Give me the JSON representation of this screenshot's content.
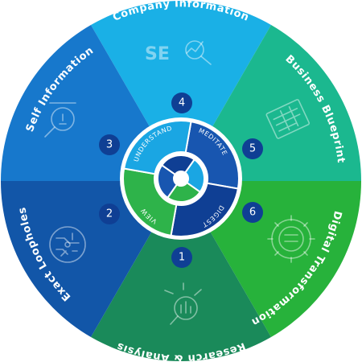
{
  "segments": [
    {
      "label": "Company Information",
      "number": "4",
      "color": "#1ab0e6",
      "icon": "seo-magnifier-icon"
    },
    {
      "label": "Business Blueprint",
      "number": "5",
      "color": "#1bb88f",
      "icon": "blueprint-document-icon"
    },
    {
      "label": "Digital Transformation",
      "number": "6",
      "color": "#27b23b",
      "icon": "gear-circuit-icon"
    },
    {
      "label": "Research & Analysis",
      "number": "1",
      "color": "#1a8a5a",
      "icon": "chart-magnifier-icon"
    },
    {
      "label": "Exact Loopholes",
      "number": "2",
      "color": "#1256a8",
      "icon": "circuit-brain-icon"
    },
    {
      "label": "Self Information",
      "number": "3",
      "color": "#1778cc",
      "icon": "magnifier-person-icon"
    }
  ],
  "cycle": [
    {
      "label": "MEDITATE",
      "color": "#1856b0"
    },
    {
      "label": "DIGEST",
      "color": "#0f3f94"
    },
    {
      "label": "VIEW",
      "color": "#2eb34a"
    },
    {
      "label": "UNDERSTAND",
      "color": "#1aa6e3"
    }
  ],
  "center_colors": [
    "#1aa6e3",
    "#2eb34a",
    "#1856b0",
    "#0f3f94"
  ],
  "number_badge_color": "#0f3f94",
  "badge_text_color": "#ffffff"
}
